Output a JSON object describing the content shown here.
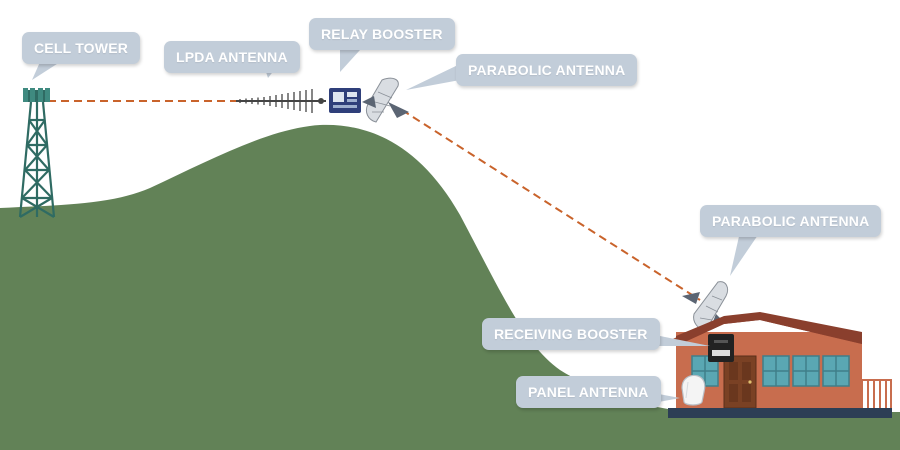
{
  "colors": {
    "hill": "#628257",
    "link_line": "#c9632b",
    "callout_bg": "#c2cdd9",
    "callout_text": "#ffffff",
    "tower": "#2f6b63",
    "booster": "#2f3f7a",
    "house_wall": "#c86d4e",
    "house_roof": "#9d4a36",
    "window": "#5aa7b3",
    "door": "#7a4124"
  },
  "labels": {
    "cell_tower": "CELL TOWER",
    "lpda_antenna": "LPDA ANTENNA",
    "relay_booster": "RELAY BOOSTER",
    "parabolic_antenna_top": "PARABOLIC ANTENNA",
    "parabolic_antenna_house": "PARABOLIC ANTENNA",
    "receiving_booster": "RECEIVING BOOSTER",
    "panel_antenna": "PANEL ANTENNA"
  },
  "icons": [
    "cell-tower-icon",
    "lpda-antenna-icon",
    "relay-booster-icon",
    "parabolic-antenna-icon",
    "house-icon",
    "receiving-booster-icon",
    "panel-antenna-icon"
  ]
}
